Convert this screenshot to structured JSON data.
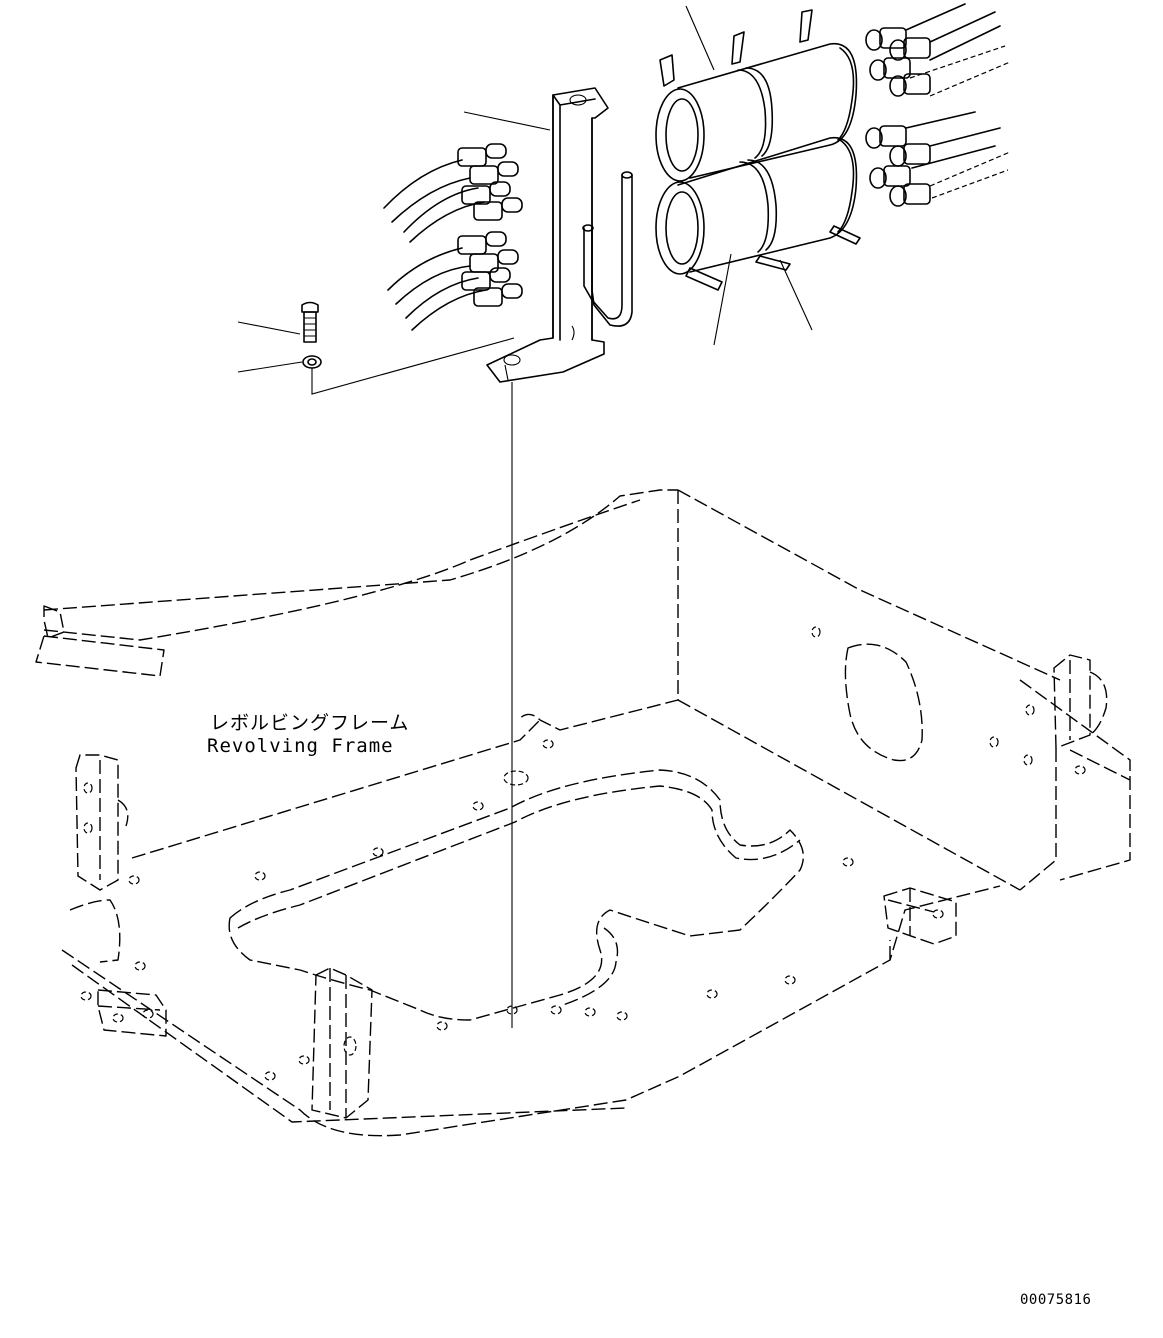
{
  "diagram": {
    "frame_label_jp": "レボルビングフレーム",
    "frame_label_en": "Revolving Frame",
    "drawing_number": "00075816"
  },
  "icons": {
    "bolt": "bolt-icon",
    "washer": "washer-icon",
    "bracket": "bracket-icon",
    "cylinders": "accumulator-icon",
    "hoses": "hose-icon"
  },
  "colors": {
    "line": "#000000",
    "background": "#ffffff"
  }
}
